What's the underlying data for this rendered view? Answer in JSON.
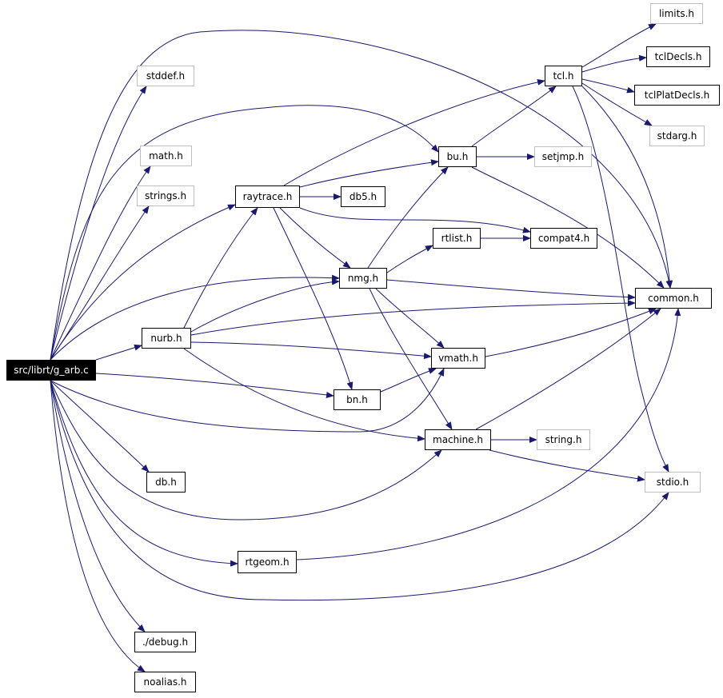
{
  "colors": {
    "edge": "#191970",
    "internal_border": "#000000",
    "external_border": "#bfbfbf",
    "root_fill": "#000000",
    "root_text": "#ffffff"
  },
  "nodes": {
    "src_librt_g_arb_c": "src/librt/g_arb.c",
    "stddef_h": "stddef.h",
    "math_h": "math.h",
    "strings_h": "strings.h",
    "raytrace_h": "raytrace.h",
    "db5_h": "db5.h",
    "bu_h": "bu.h",
    "tcl_h": "tcl.h",
    "limits_h": "limits.h",
    "tclDecls_h": "tclDecls.h",
    "tclPlatDecls_h": "tclPlatDecls.h",
    "stdarg_h": "stdarg.h",
    "setjmp_h": "setjmp.h",
    "compat4_h": "compat4.h",
    "rtlist_h": "rtlist.h",
    "nmg_h": "nmg.h",
    "common_h": "common.h",
    "nurb_h": "nurb.h",
    "vmath_h": "vmath.h",
    "bn_h": "bn.h",
    "machine_h": "machine.h",
    "string_h": "string.h",
    "stdio_h": "stdio.h",
    "db_h": "db.h",
    "rtgeom_h": "rtgeom.h",
    "debug_h": "./debug.h",
    "noalias_h": "noalias.h"
  }
}
